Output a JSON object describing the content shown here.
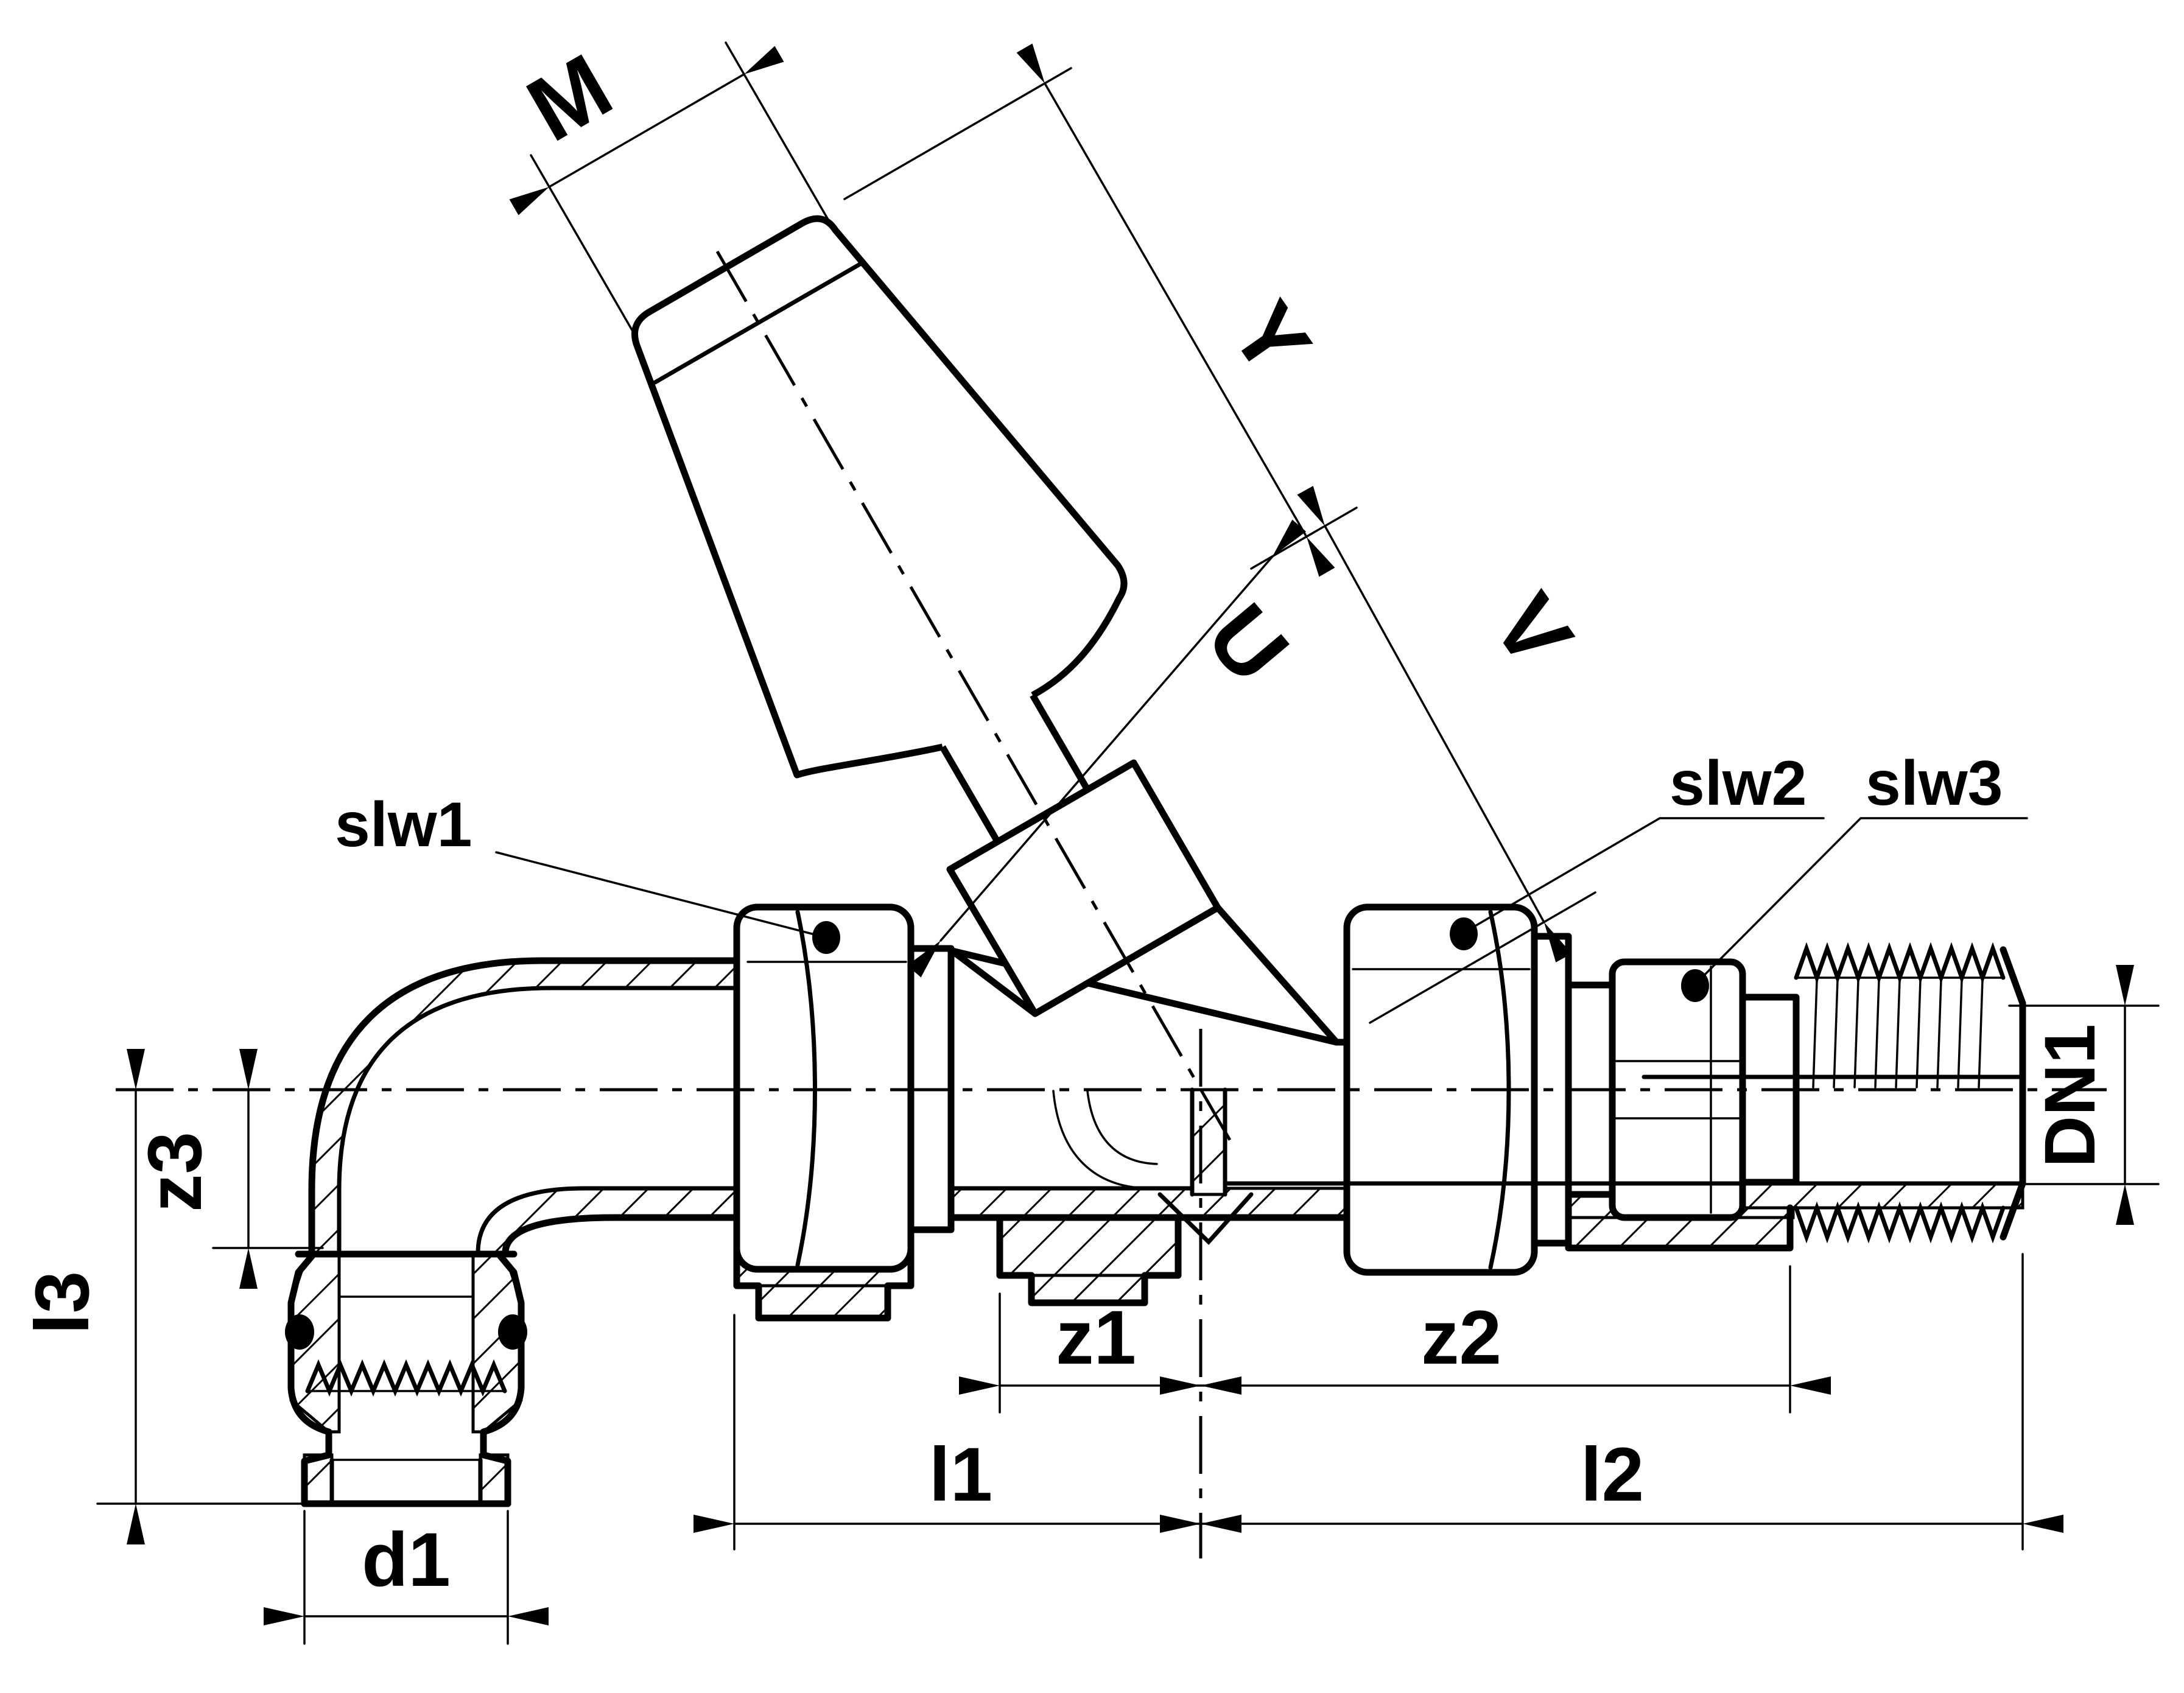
{
  "page": {
    "background": "#ffffff",
    "line_color": "#000000",
    "kind": "valve dimensional drawing"
  },
  "labels": {
    "m": "M",
    "y": "Y",
    "u": "U",
    "v": "V",
    "slw1": "slw1",
    "slw2": "slw2",
    "slw3": "slw3",
    "dn1": "DN1",
    "z1": "z1",
    "z2": "z2",
    "z3": "z3",
    "l1": "l1",
    "l2": "l2",
    "l3": "l3",
    "d1": "d1"
  }
}
